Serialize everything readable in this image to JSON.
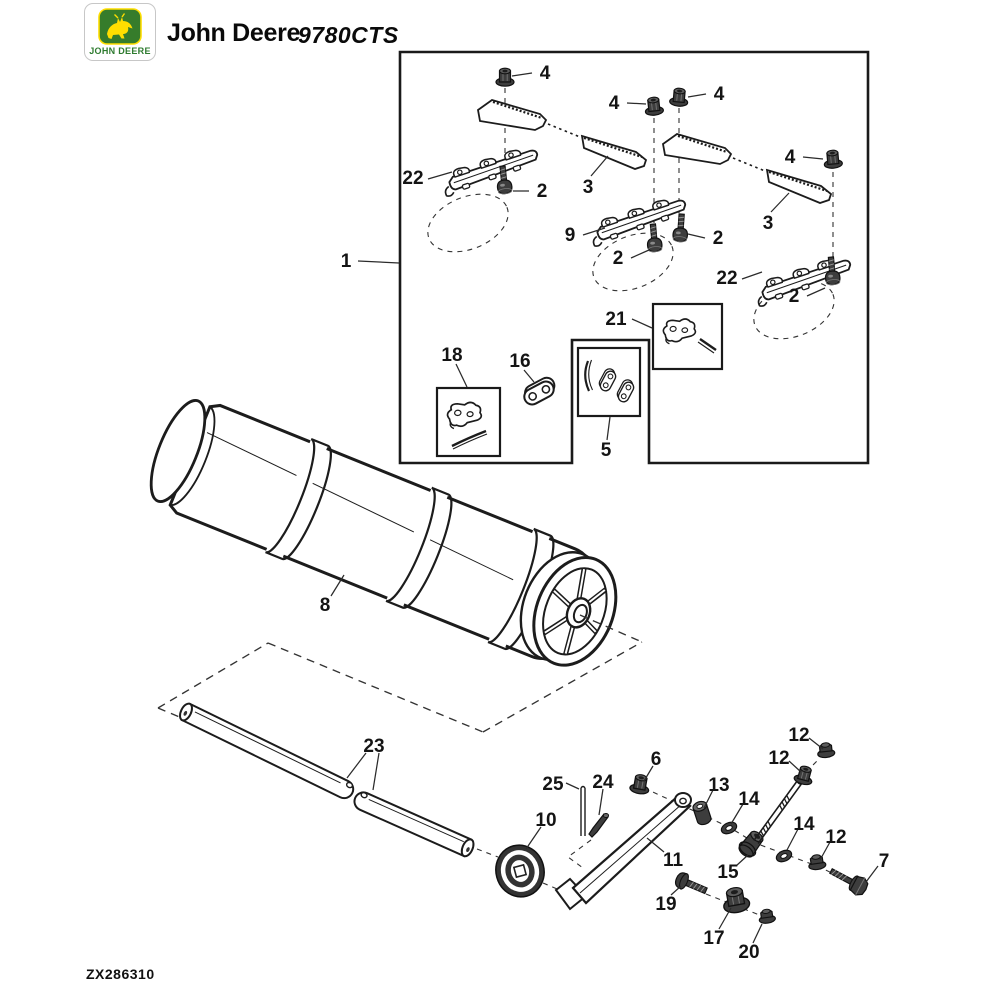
{
  "header": {
    "logo_text": "JOHN DEERE",
    "brand": "John Deere",
    "model": "9780CTS"
  },
  "figure": {
    "code": "ZX286310",
    "callouts": [
      {
        "label": "1"
      },
      {
        "label": "4"
      },
      {
        "label": "4"
      },
      {
        "label": "4"
      },
      {
        "label": "4"
      },
      {
        "label": "3"
      },
      {
        "label": "3"
      },
      {
        "label": "22"
      },
      {
        "label": "22"
      },
      {
        "label": "2"
      },
      {
        "label": "2"
      },
      {
        "label": "2"
      },
      {
        "label": "2"
      },
      {
        "label": "9"
      },
      {
        "label": "21"
      },
      {
        "label": "18"
      },
      {
        "label": "16"
      },
      {
        "label": "5"
      },
      {
        "label": "8"
      },
      {
        "label": "23"
      },
      {
        "label": "10"
      },
      {
        "label": "25"
      },
      {
        "label": "24"
      },
      {
        "label": "6"
      },
      {
        "label": "13"
      },
      {
        "label": "14"
      },
      {
        "label": "14"
      },
      {
        "label": "15"
      },
      {
        "label": "12"
      },
      {
        "label": "12"
      },
      {
        "label": "12"
      },
      {
        "label": "7"
      },
      {
        "label": "11"
      },
      {
        "label": "19"
      },
      {
        "label": "17"
      },
      {
        "label": "20"
      }
    ]
  }
}
